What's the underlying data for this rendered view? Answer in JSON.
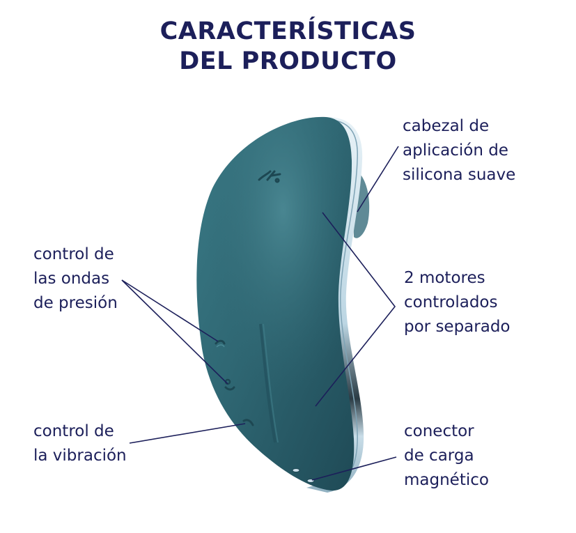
{
  "title": {
    "line1": "CARACTERÍSTICAS",
    "line2": "DEL PRODUCTO"
  },
  "colors": {
    "text": "#1c1f5a",
    "leader_line": "#1c1f5a",
    "device_body": "#2f6470",
    "device_rim": "#cfe3ee"
  },
  "features": {
    "head": {
      "lines": [
        "cabezal de",
        "aplicación de",
        "silicona suave"
      ]
    },
    "pressure": {
      "lines": [
        "control de",
        "las ondas",
        "de presión"
      ]
    },
    "motors": {
      "lines": [
        "2 motores",
        "controlados",
        "por separado"
      ]
    },
    "vibration": {
      "lines": [
        "control de",
        "la vibración"
      ]
    },
    "charger": {
      "lines": [
        "conector",
        "de carga",
        "magnético"
      ]
    }
  },
  "device": {
    "logo": "brand-logo-icon"
  }
}
